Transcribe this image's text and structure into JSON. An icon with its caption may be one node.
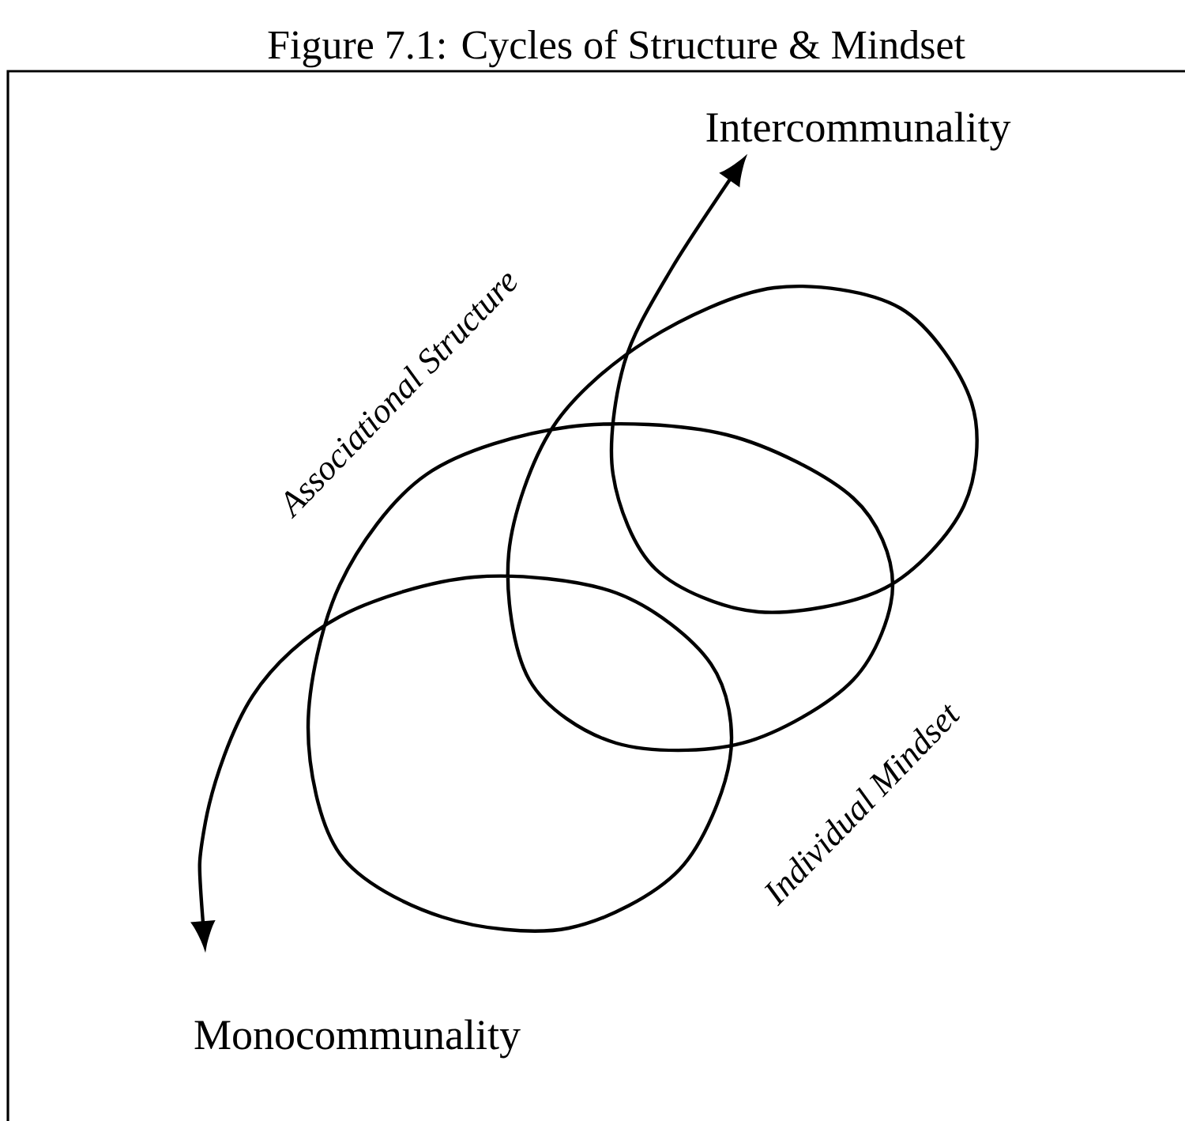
{
  "diagram": {
    "title": "Figure 7.1: Cycles of Structure & Mindset",
    "nodes": [
      {
        "text": [
          "Intercommunality"
        ]
      },
      {
        "text": [
          "Monocommunality"
        ]
      }
    ],
    "edges": [
      {
        "from": 1,
        "to": 0,
        "arrow": "both"
      }
    ],
    "labels": [
      "Associational Structure",
      "Individual Mindset"
    ]
  }
}
